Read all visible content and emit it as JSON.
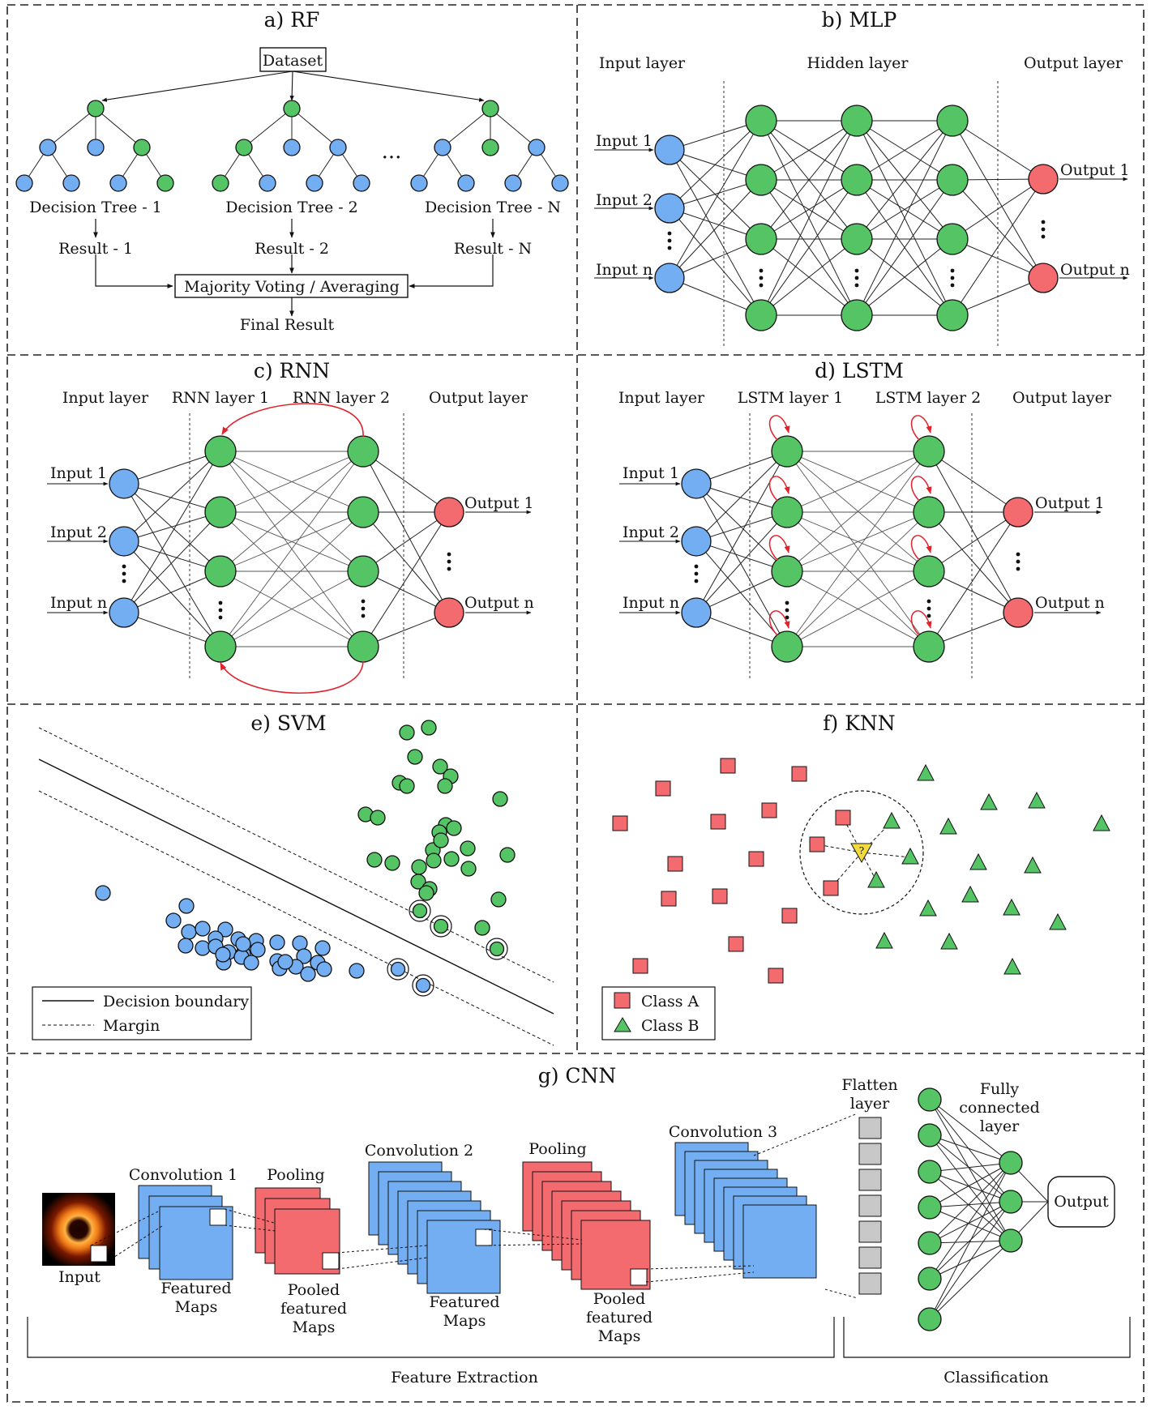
{
  "colors": {
    "blue_node": "#74aef2",
    "green_node": "#55c465",
    "red_node": "#f36b6f",
    "recurrent_arrow": "#e0232d",
    "flatten_cell": "#c8c8c8",
    "knn_query": "#f2db3a",
    "input_image_glow": "#f07a18"
  },
  "panels": {
    "rf": {
      "title": "a) RF",
      "dataset": "Dataset",
      "trees": [
        "Decision Tree - 1",
        "Decision Tree - 2",
        "Decision Tree - N"
      ],
      "results": [
        "Result - 1",
        "Result - 2",
        "Result - N"
      ],
      "ellipsis": "...",
      "aggregator": "Majority Voting / Averaging",
      "final": "Final Result"
    },
    "mlp": {
      "title": "b) MLP",
      "layers": [
        "Input layer",
        "Hidden layer",
        "Output layer"
      ],
      "inputs": [
        "Input 1",
        "Input 2",
        "Input n"
      ],
      "outputs": [
        "Output 1",
        "Output n"
      ]
    },
    "rnn": {
      "title": "c) RNN",
      "layers": [
        "Input layer",
        "RNN layer 1",
        "RNN layer 2",
        "Output layer"
      ],
      "inputs": [
        "Input 1",
        "Input 2",
        "Input n"
      ],
      "outputs": [
        "Output 1",
        "Output n"
      ]
    },
    "lstm": {
      "title": "d) LSTM",
      "layers": [
        "Input layer",
        "LSTM layer 1",
        "LSTM layer 2",
        "Output layer"
      ],
      "inputs": [
        "Input 1",
        "Input 2",
        "Input n"
      ],
      "outputs": [
        "Output 1",
        "Output n"
      ]
    },
    "svm": {
      "title": "e) SVM",
      "legend": [
        "Decision boundary",
        "Margin"
      ]
    },
    "knn": {
      "title": "f) KNN",
      "legend": [
        "Class A",
        "Class B"
      ],
      "query": "?"
    },
    "cnn": {
      "title": "g) CNN",
      "input": "Input",
      "conv1": "Convolution 1",
      "featured_maps_1": [
        "Featured",
        "Maps"
      ],
      "pool1": "Pooling",
      "pooled_maps_1": [
        "Pooled",
        "featured",
        "Maps"
      ],
      "conv2": "Convolution 2",
      "featured_maps_2": [
        "Featured",
        "Maps"
      ],
      "pool2": "Pooling",
      "pooled_maps_2": [
        "Pooled",
        "featured",
        "Maps"
      ],
      "conv3": "Convolution 3",
      "flatten": [
        "Flatten",
        "layer"
      ],
      "fully_connected": [
        "Fully",
        "connected",
        "layer"
      ],
      "output": "Output",
      "feature_extraction": "Feature Extraction",
      "classification": "Classification"
    }
  }
}
